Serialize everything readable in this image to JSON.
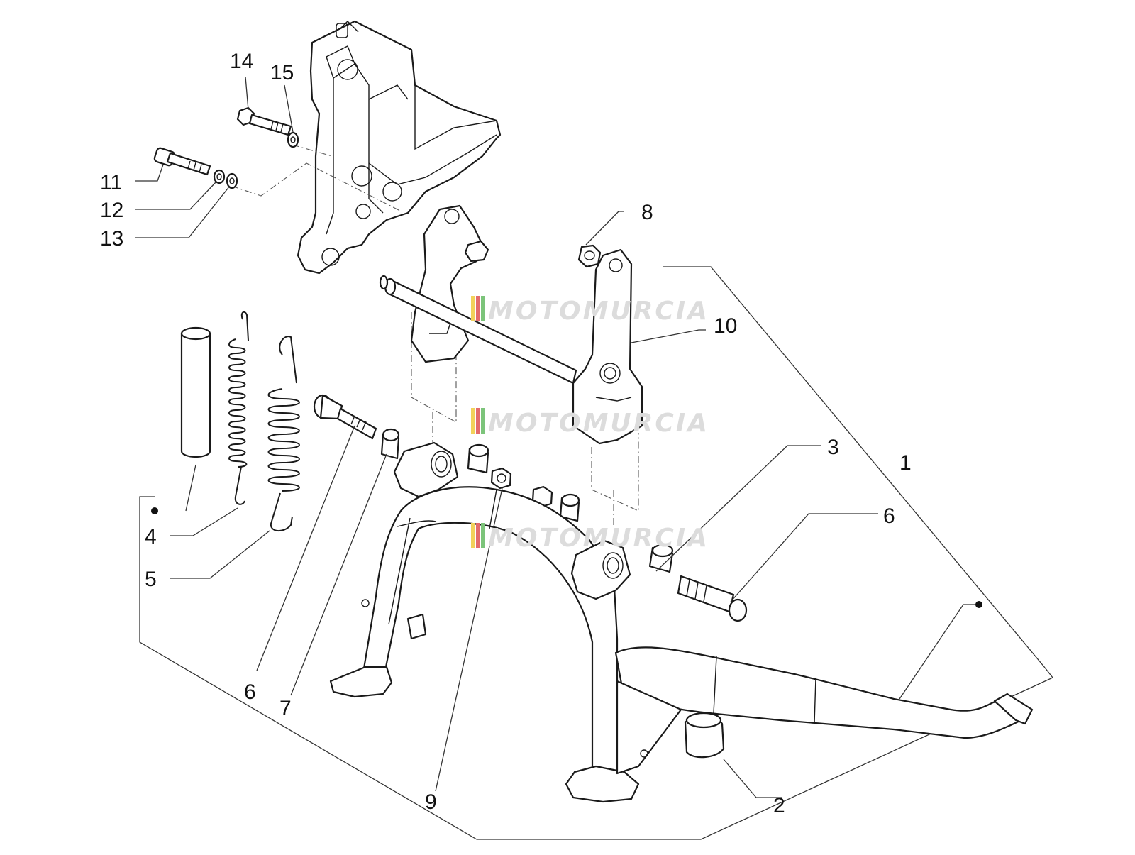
{
  "part_labels": [
    "1",
    "2",
    "3",
    "4",
    "5",
    "6",
    "6",
    "7",
    "8",
    "9",
    "10",
    "11",
    "12",
    "13",
    "14",
    "15"
  ],
  "watermark": "MOTOMURCIA",
  "colors": {
    "line": "#1a1a1a",
    "watermark_text": "#dcdcdc",
    "stripe_green": "#7cc47a",
    "stripe_yellow": "#f2d25b",
    "stripe_red": "#e46b6b"
  }
}
